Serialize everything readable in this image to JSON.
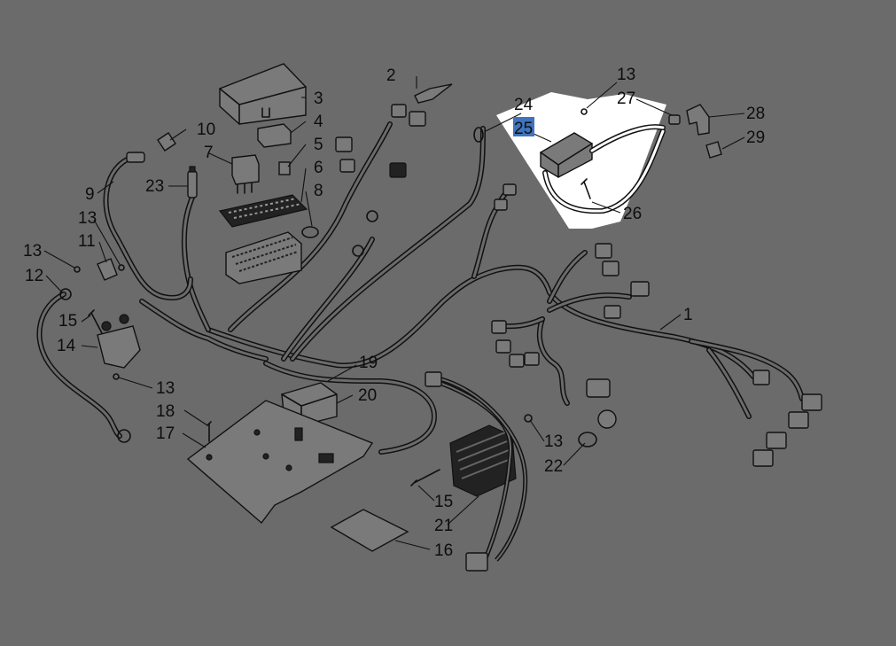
{
  "diagram": {
    "background": "#6b6b6b",
    "line_color": "#111111",
    "highlight_panel_color": "#ffffff",
    "highlight_label_color": "#3e74bd"
  },
  "callouts": [
    {
      "id": "c1",
      "text": "1"
    },
    {
      "id": "c2",
      "text": "2"
    },
    {
      "id": "c3",
      "text": "3"
    },
    {
      "id": "c4",
      "text": "4"
    },
    {
      "id": "c5",
      "text": "5"
    },
    {
      "id": "c6",
      "text": "6"
    },
    {
      "id": "c7",
      "text": "7"
    },
    {
      "id": "c8",
      "text": "8"
    },
    {
      "id": "c9",
      "text": "9"
    },
    {
      "id": "c10",
      "text": "10"
    },
    {
      "id": "c11",
      "text": "11"
    },
    {
      "id": "c12",
      "text": "12"
    },
    {
      "id": "c13a",
      "text": "13"
    },
    {
      "id": "c13b",
      "text": "13"
    },
    {
      "id": "c13c",
      "text": "13"
    },
    {
      "id": "c13d",
      "text": "13"
    },
    {
      "id": "c13e",
      "text": "13"
    },
    {
      "id": "c14",
      "text": "14"
    },
    {
      "id": "c15a",
      "text": "15"
    },
    {
      "id": "c15b",
      "text": "15"
    },
    {
      "id": "c16",
      "text": "16"
    },
    {
      "id": "c17",
      "text": "17"
    },
    {
      "id": "c18",
      "text": "18"
    },
    {
      "id": "c19",
      "text": "19"
    },
    {
      "id": "c20",
      "text": "20"
    },
    {
      "id": "c21",
      "text": "21"
    },
    {
      "id": "c22",
      "text": "22"
    },
    {
      "id": "c23",
      "text": "23"
    },
    {
      "id": "c24",
      "text": "24"
    },
    {
      "id": "c25",
      "text": "25",
      "highlighted": true
    },
    {
      "id": "c26",
      "text": "26"
    },
    {
      "id": "c27",
      "text": "27"
    },
    {
      "id": "c28",
      "text": "28"
    },
    {
      "id": "c29",
      "text": "29"
    }
  ]
}
